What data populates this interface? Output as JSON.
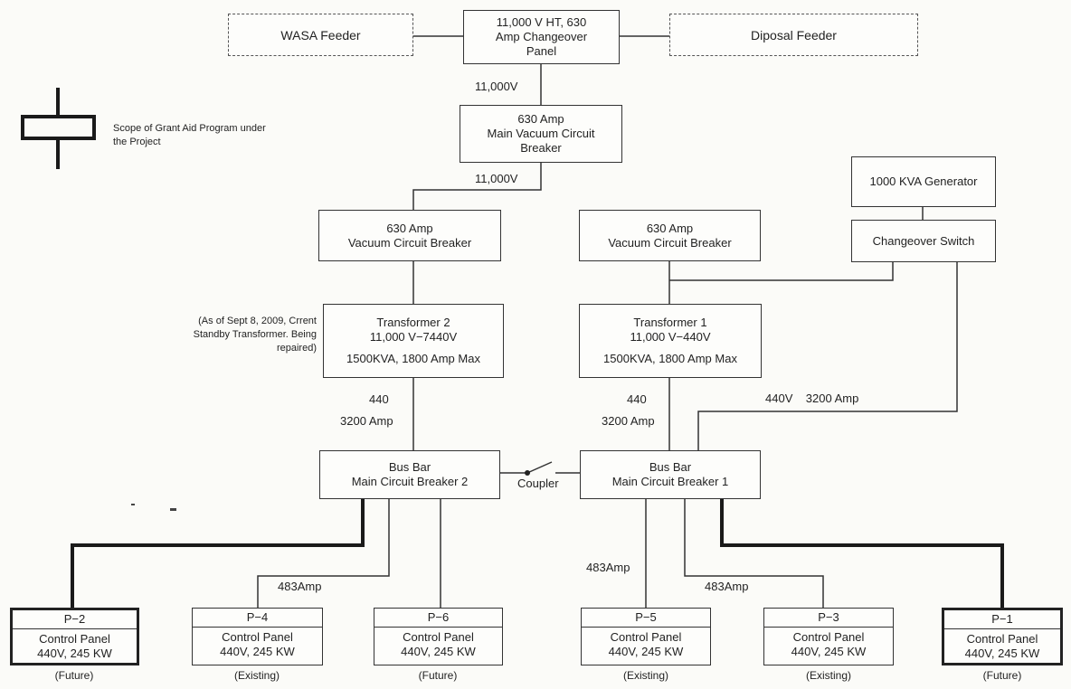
{
  "feeders": {
    "wasa": "WASA Feeder",
    "disposal": "Diposal Feeder"
  },
  "changeover_panel": [
    "11,000 V  HT, 630",
    "Amp Changeover",
    "Panel"
  ],
  "main_vcb": [
    "630 Amp",
    "Main Vacuum Circuit",
    "Breaker"
  ],
  "vcb_left": [
    "630 Amp",
    "Vacuum Circuit Breaker"
  ],
  "vcb_right": [
    "630 Amp",
    "Vacuum Circuit Breaker"
  ],
  "generator": "1000 KVA Generator",
  "changeover_switch": "Changeover Switch",
  "transformer2": [
    "Transformer  2",
    "11,000 V−7440V",
    "1500KVA, 1800 Amp Max"
  ],
  "transformer1": [
    "Transformer 1",
    "11,000 V−440V",
    "1500KVA, 1800 Amp Max"
  ],
  "busbar2": [
    "Bus Bar",
    "Main Circuit Breaker 2"
  ],
  "busbar1": [
    "Bus Bar",
    "Main Circuit Breaker 1"
  ],
  "transformer2_note": [
    "(As of Sept 8, 2009, Crrent",
    "Standby Transformer. Being",
    "repaired)"
  ],
  "legend": [
    "Scope of Grant Aid Program under",
    "the Project"
  ],
  "labels": {
    "v11000_a": "11,000V",
    "v11000_b": "11,000V",
    "t2_volt": "440",
    "t2_amp": "3200 Amp",
    "t1_volt": "440",
    "t1_amp": "3200 Amp",
    "gen_feed": "440V    3200 Amp",
    "coupler": "Coupler",
    "amp_p4": "483Amp",
    "amp_p5": "483Amp",
    "amp_p3": "483Amp"
  },
  "panels": [
    {
      "id": "P−2",
      "title": "Control Panel",
      "spec": "440V,  245 KW",
      "status": "(Future)"
    },
    {
      "id": "P−4",
      "title": "Control Panel",
      "spec": "440V,  245 KW",
      "status": "(Existing)"
    },
    {
      "id": "P−6",
      "title": "Control Panel",
      "spec": "440V,  245 KW",
      "status": "(Future)"
    },
    {
      "id": "P−5",
      "title": "Control Panel",
      "spec": "440V,  245 KW",
      "status": "(Existing)"
    },
    {
      "id": "P−3",
      "title": "Control Panel",
      "spec": "440V,  245 KW",
      "status": "(Existing)"
    },
    {
      "id": "P−1",
      "title": "Control Panel",
      "spec": "440V,  245 KW",
      "status": "(Future)"
    }
  ],
  "colors": {
    "line": "#333333",
    "grant_scope_line": "#1a1a1a",
    "background": "#fbfbf8"
  }
}
